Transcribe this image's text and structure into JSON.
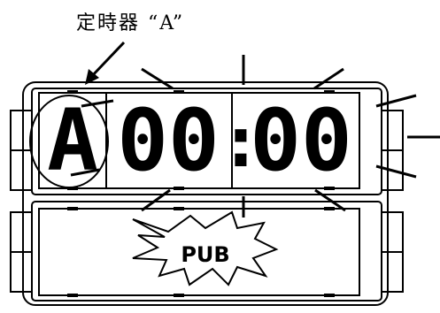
{
  "annotation": {
    "label": "定時器 “A”"
  },
  "display": {
    "timer_letter": "A",
    "minutes": "00",
    "separator": ":",
    "seconds": "00"
  },
  "badge": {
    "text": "PUB"
  },
  "colors": {
    "ink": "#000000",
    "paper": "#ffffff"
  }
}
